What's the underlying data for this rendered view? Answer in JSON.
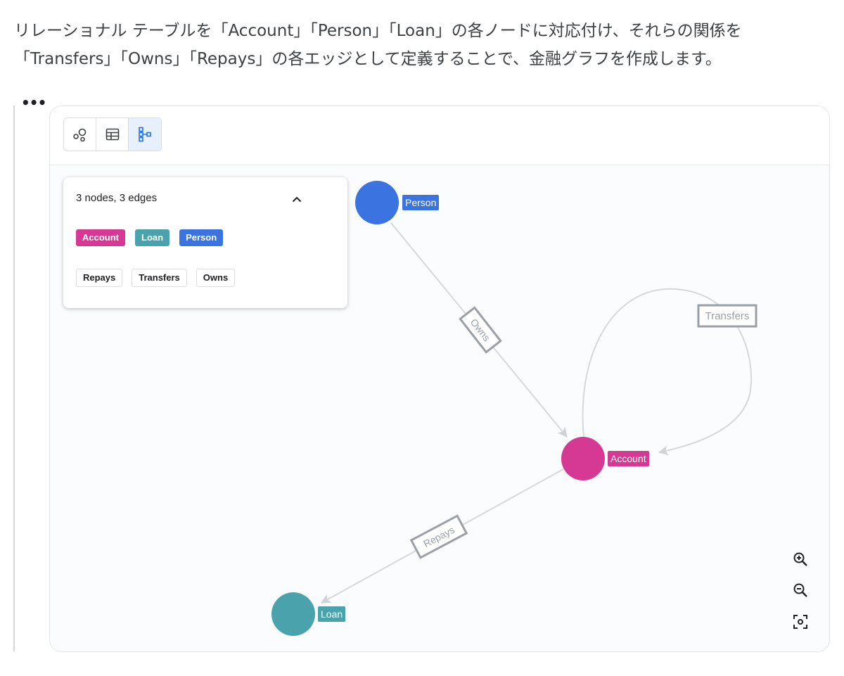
{
  "intro": {
    "line1": "リレーショナル テーブルを「Account」「Person」「Loan」の各ノードに対応付け、それらの関係を",
    "line2": "「Transfers」「Owns」「Repays」の各エッジとして定義することで、金融グラフを作成します。"
  },
  "cell_menu": {
    "icon": "more-horizontal-icon"
  },
  "toolbar": {
    "views": [
      {
        "icon": "graph-view-icon",
        "active": false
      },
      {
        "icon": "table-view-icon",
        "active": false
      },
      {
        "icon": "schema-view-icon",
        "active": true
      }
    ]
  },
  "summary": {
    "title": "3 nodes, 3 edges",
    "node_types": [
      {
        "label": "Account",
        "color": "#d63994"
      },
      {
        "label": "Loan",
        "color": "#4aa3ac"
      },
      {
        "label": "Person",
        "color": "#3b73e0"
      }
    ],
    "edge_types": [
      {
        "label": "Repays"
      },
      {
        "label": "Transfers"
      },
      {
        "label": "Owns"
      }
    ]
  },
  "graph": {
    "nodes": [
      {
        "id": "person",
        "label": "Person",
        "color": "#3b73e0"
      },
      {
        "id": "account",
        "label": "Account",
        "color": "#d63994"
      },
      {
        "id": "loan",
        "label": "Loan",
        "color": "#4aa3ac"
      }
    ],
    "edges": [
      {
        "label": "Owns",
        "from": "Person",
        "to": "Account"
      },
      {
        "label": "Transfers",
        "from": "Account",
        "to": "Account"
      },
      {
        "label": "Repays",
        "from": "Account",
        "to": "Loan"
      }
    ]
  },
  "zoom": {
    "in_icon": "zoom-in-icon",
    "out_icon": "zoom-out-icon",
    "fit_icon": "fit-to-screen-icon"
  }
}
